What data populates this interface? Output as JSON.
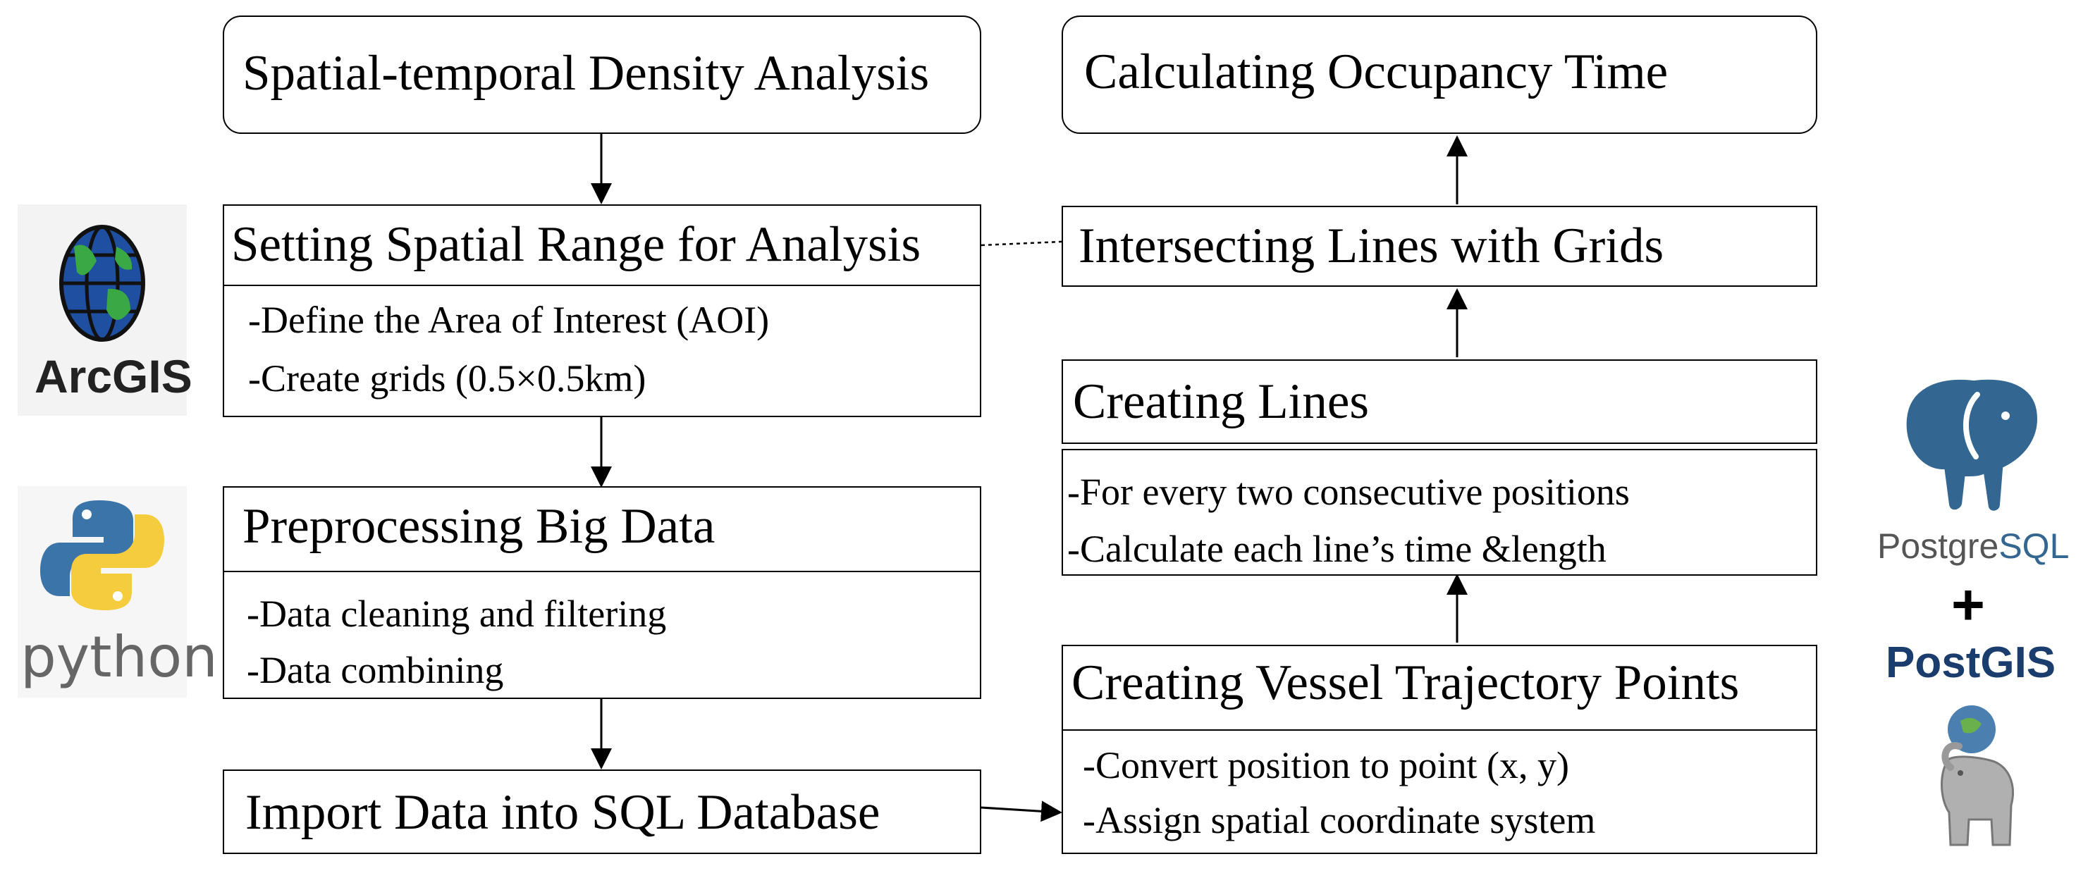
{
  "diagram": {
    "left_column": {
      "density_analysis": {
        "title": "Spatial-temporal Density Analysis"
      },
      "spatial_range": {
        "title": "Setting Spatial Range for Analysis",
        "items": [
          "-Define the Area of Interest (AOI)",
          "-Create grids (0.5×0.5km)"
        ]
      },
      "preprocessing": {
        "title": "Preprocessing Big Data",
        "items": [
          "-Data cleaning and filtering",
          "-Data combining"
        ]
      },
      "import": {
        "title": "Import Data into SQL Database"
      }
    },
    "right_column": {
      "occupancy_time": {
        "title": "Calculating Occupancy Time"
      },
      "intersecting": {
        "title": "Intersecting Lines with Grids"
      },
      "creating_lines": {
        "title": "Creating Lines",
        "items": [
          "-For every two consecutive positions",
          "-Calculate each line’s time &length"
        ]
      },
      "trajectory_points": {
        "title": "Creating Vessel Trajectory Points",
        "items": [
          "-Convert position to point (x, y)",
          "-Assign spatial coordinate system"
        ]
      }
    },
    "logos": {
      "arcgis": {
        "icon": "arcgis-globe-icon",
        "label": "ArcGIS"
      },
      "python": {
        "icon": "python-snakes-icon",
        "label": "python"
      },
      "postgresql": {
        "icon": "postgresql-elephant-icon",
        "label_a": "Postgre",
        "label_b": "SQL"
      },
      "plus": "+",
      "postgis": {
        "icon": "postgis-elephant-icon",
        "label": "PostGIS"
      }
    },
    "colors": {
      "arcgis_blue": "#1f4fa0",
      "arcgis_green": "#3aa845",
      "python_blue": "#3b74a8",
      "python_yellow": "#f5cc3e",
      "postgres_blue": "#336791",
      "postgis_dark": "#1a3d6e"
    }
  }
}
